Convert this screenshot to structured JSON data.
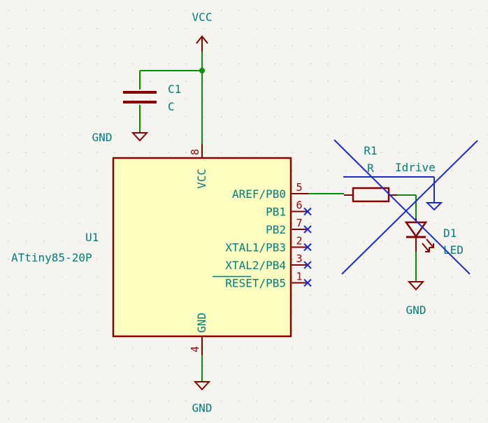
{
  "colors": {
    "background": "#f5f4ef",
    "wire": "#009000",
    "symbol_outline": "#840000",
    "symbol_fill": "#ffffc2",
    "text": "#007c7c",
    "pin_number": "#a00000",
    "no_connect": "#1a2bd0",
    "dnp_cross": "#1a2bd0",
    "junction": "#009000"
  },
  "power": {
    "vcc": "VCC",
    "gnd_c1": "GND",
    "gnd_u1": "GND",
    "gnd_d1": "GND"
  },
  "c1": {
    "ref": "C1",
    "value": "C"
  },
  "u1": {
    "ref": "U1",
    "value": "ATtiny85-20P",
    "vcc_pin_name": "VCC",
    "vcc_pin_number": "8",
    "gnd_pin_name": "GND",
    "gnd_pin_number": "4",
    "pins": [
      {
        "name": "AREF/PB0",
        "number": "5"
      },
      {
        "name": "PB1",
        "number": "6"
      },
      {
        "name": "PB2",
        "number": "7"
      },
      {
        "name": "XTAL1/PB3",
        "number": "2"
      },
      {
        "name": "XTAL2/PB4",
        "number": "3"
      },
      {
        "name": "RESET/PB5",
        "number": "1"
      }
    ]
  },
  "r1": {
    "ref": "R1",
    "value": "R"
  },
  "d1": {
    "ref": "D1",
    "value": "LED"
  },
  "net": {
    "idrive": "Idrive"
  }
}
